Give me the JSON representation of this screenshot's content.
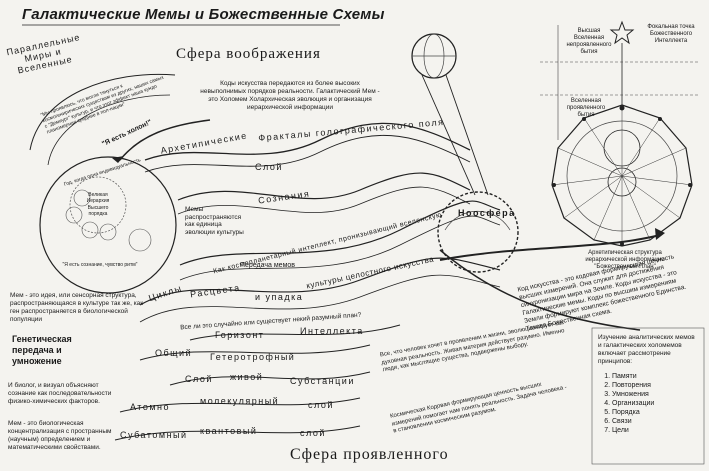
{
  "title": "Галактические Мемы и Божественные Схемы",
  "sphere_imagination": "Сфера воображения",
  "sphere_manifested": "Сфера проявленного",
  "parallel_worlds": [
    "Параллельные",
    "Миры и",
    "Вселенные"
  ],
  "left_arc_text": "\"Мы проявлюсь, что могли тянуться к космогенирических существам из других, наших самых с \"Демиург\" культур, и что этот эффект наша кундо планомерная средние в пол-нации\"",
  "i_am_holon": "\"Я есть холон!\"",
  "codes_text": "Коды искусства передаются из более высоких невыполнимых порядков реальности. Галактический Мем - это Холомем Холархическая эволюция и организация иерархической информации",
  "band_labels": {
    "archetypal": "Архетипические",
    "fractals": "Фракталы голографического поля",
    "layer": "Слой",
    "consciousness": "Сознания",
    "cosmo_intellect": "Как космопланетарный интеллект, пронизывающий вселенскую",
    "memes_spread": "Мемы распространяются как единица эволюции культуры",
    "cycles": "Циклы",
    "rasvet": "Расцвета",
    "upadka": "и упадка",
    "integral_art": "культуры целостного искусства",
    "accident": "Все ли это случайно или существует некий разумный план?",
    "horizon": "Горизонт",
    "intellect": "Интеллекта",
    "common": "Общий",
    "heterotrophic": "Гетеротрофный",
    "layer2": "Слой",
    "living": "живой",
    "substances": "Субстанции",
    "atomic": "Атомно",
    "molecular": "молекулярный",
    "layer3": "слой",
    "subatomic": "Субатомный",
    "quantum": "квантовый",
    "layer4": "слой",
    "noosphere": "Ноосфера",
    "dissemination": "Передача мемов"
  },
  "meme_definition": "Мем - это идея, или сенсорная структура, распространяющаяся в культуре так же, как ген распространяется в биологической популяции",
  "genetic_transfer": [
    "Генетическая",
    "передача и",
    "умножение"
  ],
  "biologist_text": "И биолог, и визуал объясняют сознание как последовательности физико-химических факторов.",
  "meme_bio_text": "Мем - это биологическая концентрализация с пространным (научным) определением и математическими свойствами.",
  "top_right": {
    "highest_universe": "Высшая Вселенная непроявленного бытия",
    "focal_point": "Фокальная точка Божественного Интеллекта",
    "manifest_universe": "Вселенная проявленного бытия",
    "archetypal_structure": "Архетипическая структура иерархической информации \"Божественный План\""
  },
  "right_middle_text": "Код искусства - это кодовая формирующая ценность высших измерений. Она служит для достижения синхронизации мира на Земле. Коды искусства - это Галактические мемы. Коды по высшим измерениям Земли формируют комплекс божественного Единства. Такова Божественная схема.",
  "center_lower_text": "Все, что человек хочет в проявлении и жизни, эволюционирует как духовная реальность. Живая материя действует разумно. Именно люди, как мыслящие существа, подвержены выбору.",
  "lower_cosmic_text": "Космическая Кодовая формирующая ценность высших измерений помогает нам понять реальность. Задача человека - в становлении космическим разумом.",
  "principles_intro": "Изучение аналитических мемов и галактических холомемов включает рассмотрение принципов:",
  "principles": [
    "Памяти",
    "Повторения",
    "Умножения",
    "Организации",
    "Порядка",
    "Связи",
    "Цели"
  ],
  "circle_texts": {
    "top": "Год, когда одна индивидуальность",
    "inner1": "Великая Иерархия",
    "inner2": "Высшего порядка",
    "bottom": "\"Я есть сознание, чувство ритм\""
  }
}
